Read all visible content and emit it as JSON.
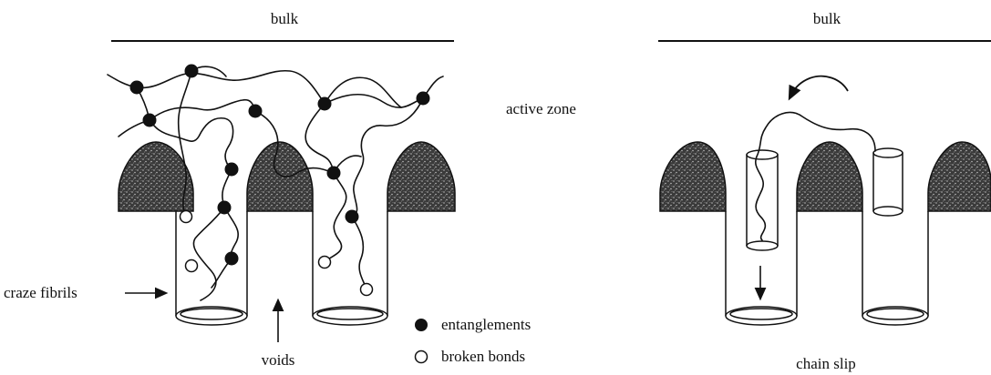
{
  "left_panel": {
    "bulk_label": "bulk",
    "active_zone_label": "active zone",
    "craze_fibrils_label": "craze fibrils",
    "voids_label": "voids"
  },
  "legend": {
    "entanglements_label": "entanglements",
    "broken_bonds_label": "broken bonds"
  },
  "right_panel": {
    "bulk_label": "bulk",
    "chain_slip_label": "chain slip"
  }
}
